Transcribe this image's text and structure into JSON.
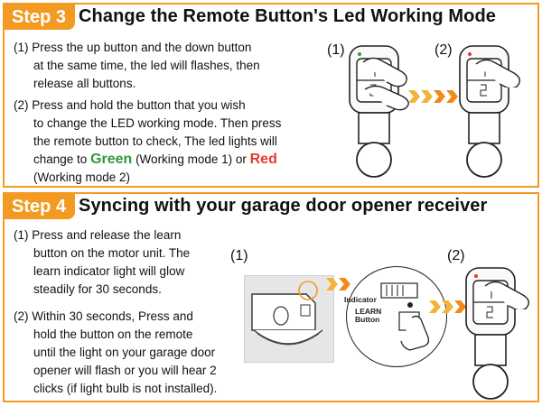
{
  "step3": {
    "badge": "Step 3",
    "title": "Change the Remote Button's Led Working Mode",
    "item1_l1": "(1) Press the up button and the down button",
    "item1_l2": "at the same time, the led will flashes, then",
    "item1_l3": "release all buttons.",
    "item2_l1": "(2) Press and  hold the button that you wish",
    "item2_l2": "to change the LED working mode. Then press",
    "item2_l3": "the remote button to check, The led lights will",
    "item2_l4_pre": "change to ",
    "green_word": "Green",
    "item2_l4_mid": " (Working mode 1) or ",
    "red_word": "Red",
    "item2_l5": "(Working mode 2)",
    "label1": "(1)",
    "label2": "(2)"
  },
  "step4": {
    "badge": "Step 4",
    "title": "Syncing with your garage door opener receiver",
    "item1_l1": "(1) Press and release the learn",
    "item1_l2": "button on the motor unit. The",
    "item1_l3": "learn indicator light will glow",
    "item1_l4": "steadily for 30 seconds.",
    "item2_l1": "(2) Within 30 seconds, Press and",
    "item2_l2": "hold the button on the remote",
    "item2_l3": "until the light on your garage door",
    "item2_l4": "opener will flash or you will hear 2",
    "item2_l5": "clicks (if light bulb is not installed).",
    "label1": "(1)",
    "label2": "(2)",
    "indicator_label": "Indicator",
    "learn_label_1": "LEARN",
    "learn_label_2": "Button"
  },
  "colors": {
    "accent": "#f39a22",
    "green": "#2e9b3a",
    "red": "#e13c2a"
  },
  "icons": [
    "remote-control-icon",
    "hand-pointer-icon",
    "chevron-arrows-icon",
    "garage-opener-icon"
  ]
}
